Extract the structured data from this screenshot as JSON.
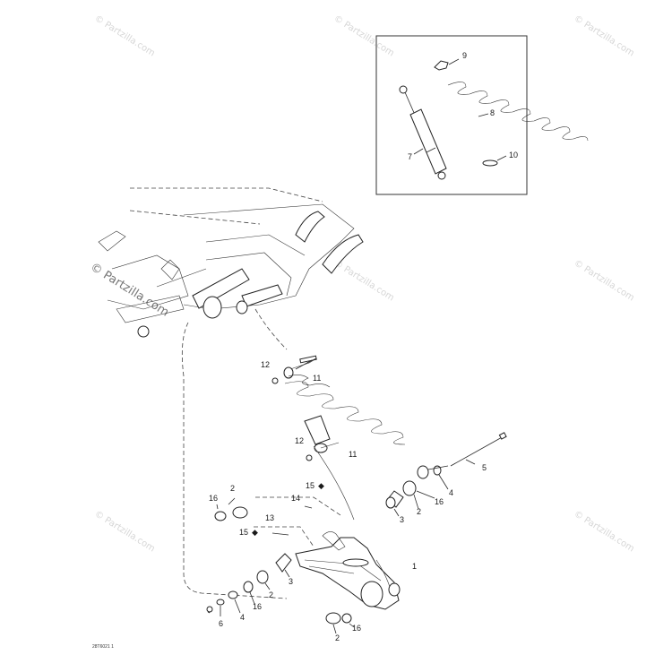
{
  "diagram": {
    "drawing_code": "28T6021 1",
    "watermark": "© Partzilla.com",
    "callouts": [
      "1",
      "2",
      "3",
      "4",
      "5",
      "6",
      "7",
      "8",
      "9",
      "10",
      "11",
      "12",
      "13",
      "14",
      "15",
      "16"
    ]
  }
}
